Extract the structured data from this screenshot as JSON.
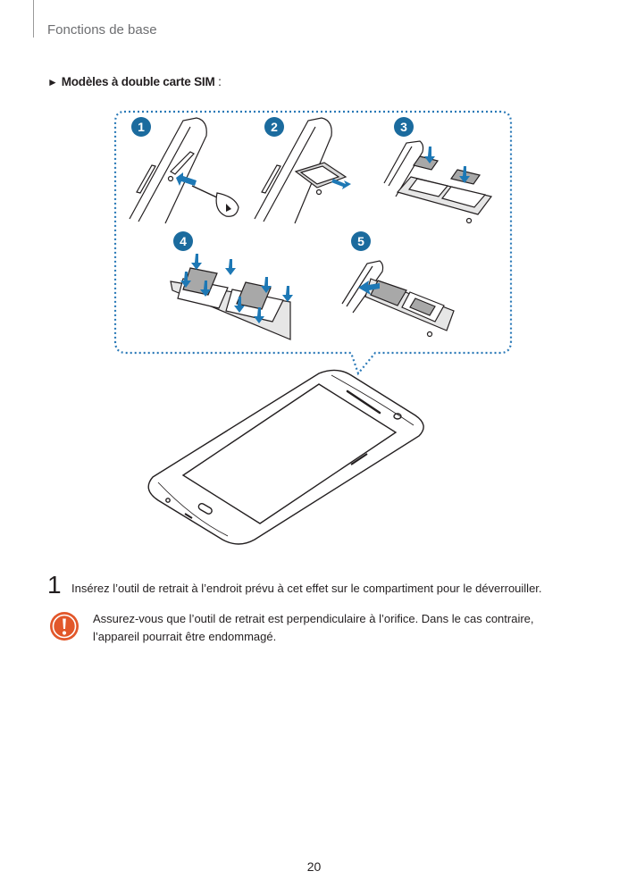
{
  "header": {
    "title": "Fonctions de base"
  },
  "section": {
    "arrow": "►",
    "title": "Modèles à double carte SIM",
    "colon": " :"
  },
  "figure": {
    "steps": [
      "1",
      "2",
      "3",
      "4",
      "5"
    ],
    "badge_color": "#1b6b9e",
    "arrow_color": "#1d78b5",
    "border_color": "#2a79b7"
  },
  "instruction": {
    "number": "1",
    "text": "Insérez l’outil de retrait à l’endroit prévu à cet effet sur le compartiment pour le déverrouiller."
  },
  "caution": {
    "icon": "exclamation-icon",
    "color": "#e2572a",
    "text": "Assurez-vous que l’outil de retrait est perpendiculaire à l’orifice. Dans le cas contraire, l’appareil pourrait être endommagé."
  },
  "page_number": "20"
}
